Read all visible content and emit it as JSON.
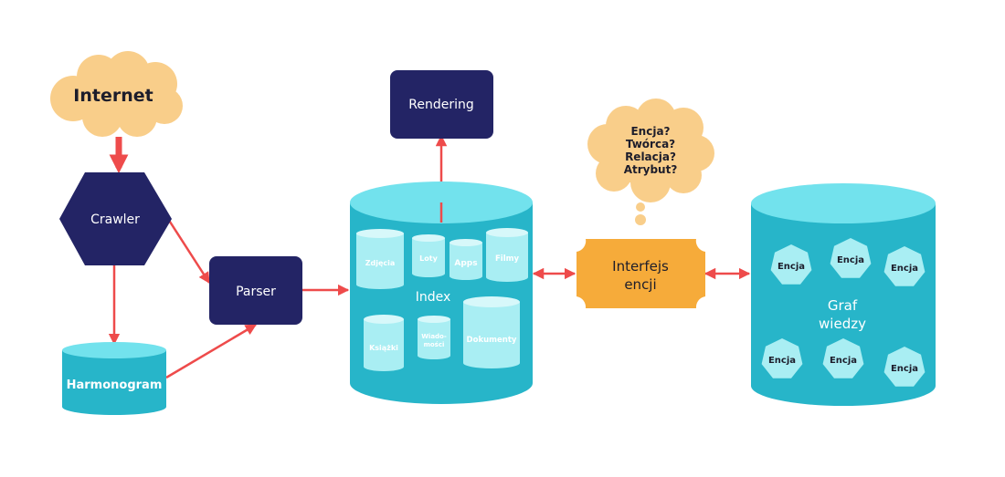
{
  "nodes": {
    "internet": "Internet",
    "crawler": "Crawler",
    "harmonogram": "Harmonogram",
    "parser": "Parser",
    "rendering": "Rendering",
    "index": "Index",
    "index_items": {
      "zdjecia": "Zdjęcia",
      "loty": "Loty",
      "apps": "Apps",
      "filmy": "Filmy",
      "ksiazki": "Książki",
      "wiadomosci_1": "Wiado-",
      "wiadomosci_2": "mości",
      "dokumenty": "Dokumenty"
    },
    "entity_interface_1": "Interfejs",
    "entity_interface_2": "encji",
    "thought": [
      "Encja?",
      "Twórca?",
      "Relacja?",
      "Atrybut?"
    ],
    "knowledge_graph_1": "Graf",
    "knowledge_graph_2": "wiedzy",
    "entities": [
      "Encja",
      "Encja",
      "Encja",
      "Encja",
      "Encja",
      "Encja"
    ]
  },
  "colors": {
    "navy": "#232465",
    "teal_body": "#27b5c9",
    "teal_top": "#72e2ed",
    "teal_light": "#a9eef3",
    "cloud": "#f9ce8a",
    "orange": "#f6ab3a",
    "arrow": "#ee4b4b"
  }
}
